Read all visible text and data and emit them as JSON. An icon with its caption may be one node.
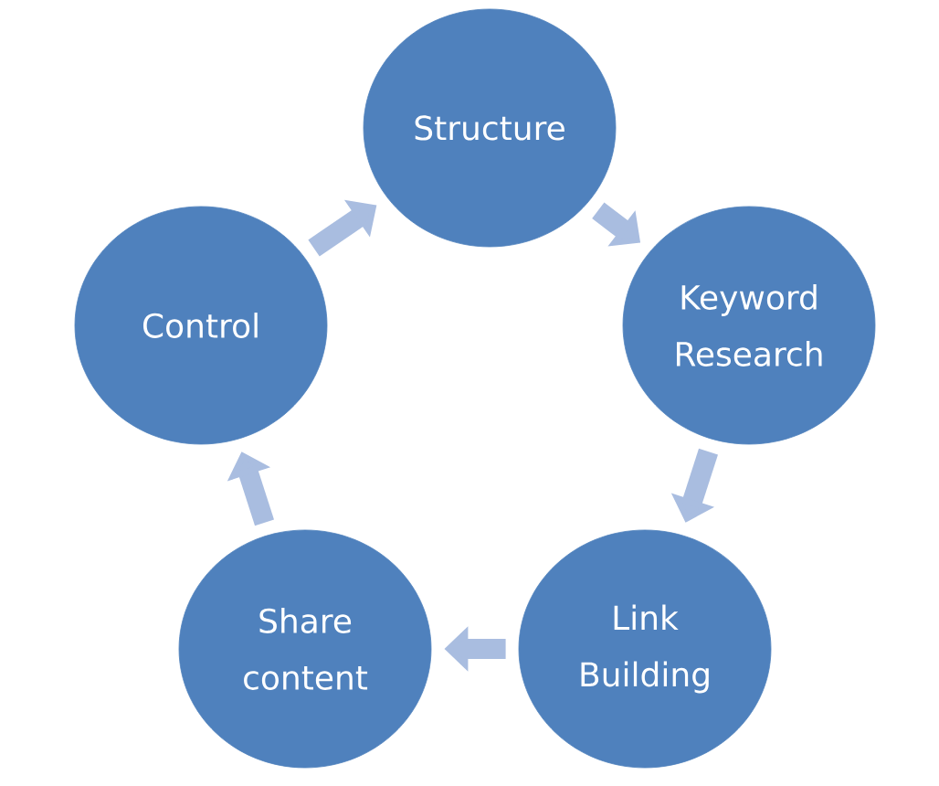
{
  "diagram": {
    "nodes": [
      {
        "text": [
          "Structure"
        ]
      },
      {
        "text": [
          "Keyword Research"
        ]
      },
      {
        "text": [
          "Link Building"
        ]
      },
      {
        "text": [
          "Share content"
        ]
      },
      {
        "text": [
          "Control"
        ]
      }
    ],
    "edges": [
      {
        "from": 0,
        "to": 1,
        "arrow": "to"
      },
      {
        "from": 1,
        "to": 2,
        "arrow": "to"
      },
      {
        "from": 2,
        "to": 3,
        "arrow": "to"
      },
      {
        "from": 3,
        "to": 4,
        "arrow": "to"
      },
      {
        "from": 4,
        "to": 0,
        "arrow": "to"
      }
    ]
  }
}
